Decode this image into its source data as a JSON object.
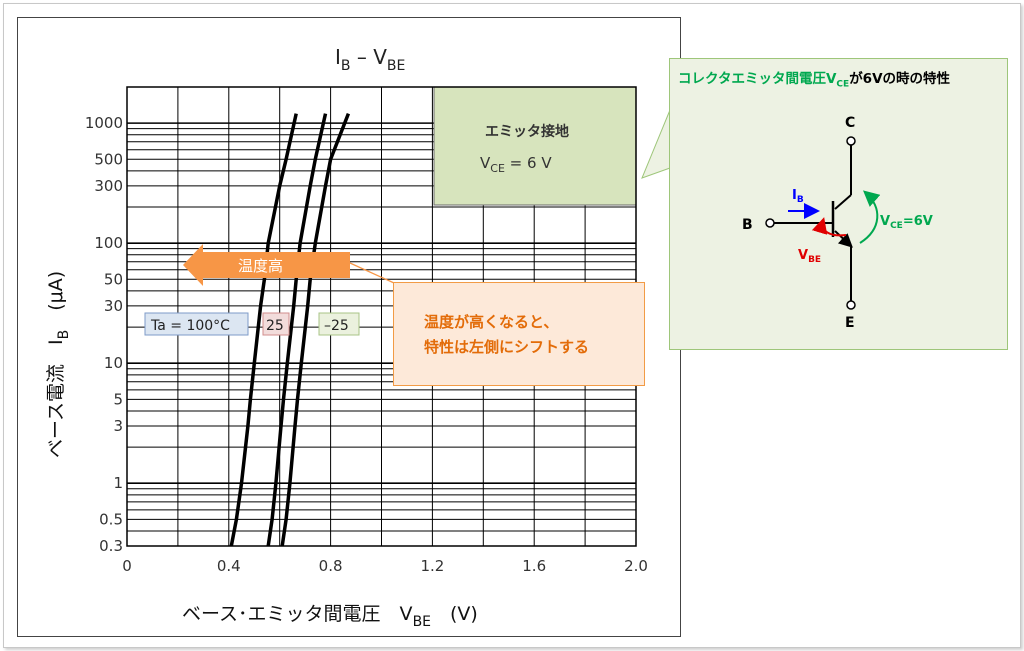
{
  "colors": {
    "accent_green": "#00a84f",
    "orange": "#e36c09",
    "arrow_orange": "#f79646",
    "legend_blue": "#dce6f2",
    "legend_red": "#f2dcdb",
    "legend_green": "#ebf1de",
    "ib_blue": "#0000ff",
    "vbe_red": "#e00000"
  },
  "chart_data": {
    "type": "line",
    "title": {
      "main": "I",
      "main_sub": "B",
      "dash": " – V",
      "dash_sub": "BE"
    },
    "xlabel": {
      "text": "ベース･エミッタ間電圧　V",
      "sub": "BE",
      "unit": "　(V)"
    },
    "ylabel": {
      "text": "ベース電流　I",
      "sub": "B",
      "unit": "　(μA)"
    },
    "xlim": [
      0,
      2.0
    ],
    "ylim": [
      0.3,
      2000
    ],
    "y_scale": "log",
    "x_ticks": [
      {
        "value": 0,
        "label": "0"
      },
      {
        "value": 0.4,
        "label": "0.4"
      },
      {
        "value": 0.8,
        "label": "0.8"
      },
      {
        "value": 1.2,
        "label": "1.2"
      },
      {
        "value": 1.6,
        "label": "1.6"
      },
      {
        "value": 2.0,
        "label": "2.0"
      }
    ],
    "y_ticks": [
      {
        "value": 0.3,
        "label": "0.3"
      },
      {
        "value": 0.5,
        "label": "0.5"
      },
      {
        "value": 1,
        "label": "1"
      },
      {
        "value": 3,
        "label": "3"
      },
      {
        "value": 5,
        "label": "5"
      },
      {
        "value": 10,
        "label": "10"
      },
      {
        "value": 30,
        "label": "30"
      },
      {
        "value": 50,
        "label": "50"
      },
      {
        "value": 100,
        "label": "100"
      },
      {
        "value": 300,
        "label": "300"
      },
      {
        "value": 500,
        "label": "500"
      },
      {
        "value": 1000,
        "label": "1000"
      }
    ],
    "grid": true,
    "series": [
      {
        "name": "Ta = 100°C",
        "label_color": "#dce6f2",
        "points": [
          [
            0.41,
            0.3
          ],
          [
            0.43,
            0.5
          ],
          [
            0.45,
            1
          ],
          [
            0.475,
            3
          ],
          [
            0.485,
            5
          ],
          [
            0.5,
            10
          ],
          [
            0.525,
            30
          ],
          [
            0.54,
            50
          ],
          [
            0.555,
            100
          ],
          [
            0.6,
            300
          ],
          [
            0.625,
            500
          ],
          [
            0.665,
            1200
          ]
        ]
      },
      {
        "name": "25",
        "label_color": "#f2dcdb",
        "points": [
          [
            0.555,
            0.3
          ],
          [
            0.57,
            0.5
          ],
          [
            0.585,
            1
          ],
          [
            0.605,
            3
          ],
          [
            0.615,
            5
          ],
          [
            0.63,
            10
          ],
          [
            0.655,
            30
          ],
          [
            0.665,
            50
          ],
          [
            0.68,
            100
          ],
          [
            0.72,
            300
          ],
          [
            0.74,
            500
          ],
          [
            0.78,
            1200
          ]
        ]
      },
      {
        "name": "–25",
        "label_color": "#ebf1de",
        "points": [
          [
            0.61,
            0.3
          ],
          [
            0.625,
            0.5
          ],
          [
            0.64,
            1
          ],
          [
            0.66,
            3
          ],
          [
            0.67,
            5
          ],
          [
            0.685,
            10
          ],
          [
            0.71,
            30
          ],
          [
            0.72,
            50
          ],
          [
            0.74,
            100
          ],
          [
            0.78,
            300
          ],
          [
            0.8,
            500
          ],
          [
            0.87,
            1200
          ]
        ]
      }
    ],
    "annotations": {
      "condition_line1": "エミッタ接地",
      "condition_line2_main": "V",
      "condition_line2_sub": "CE",
      "condition_line2_rest": " = 6 V",
      "arrow_label": "温度高"
    }
  },
  "note": {
    "line1": "温度が高くなると、",
    "line2": "特性は左側にシフトする"
  },
  "callout": {
    "title_pre": "コレクタエミッタ間電圧V",
    "title_sub": "CE",
    "title_post": "が6Vの時の特性",
    "circuit": {
      "terminal_c": "C",
      "terminal_b": "B",
      "terminal_e": "E",
      "ib_main": "I",
      "ib_sub": "B",
      "vbe_main": "V",
      "vbe_sub": "BE",
      "vce_main": "V",
      "vce_sub": "CE",
      "vce_value": "=6V"
    }
  }
}
